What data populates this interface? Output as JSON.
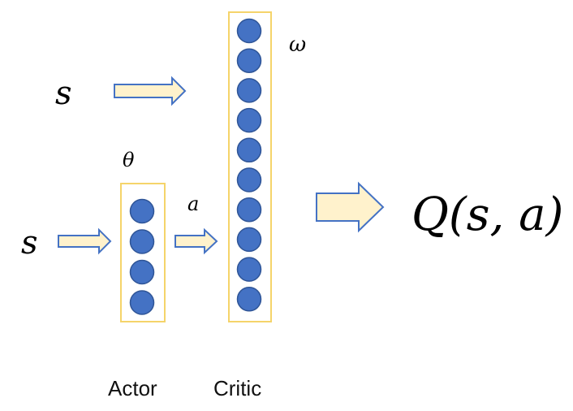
{
  "labels": {
    "state_top": "s",
    "state_bottom": "s",
    "actor_param": "θ",
    "critic_param": "ω",
    "action": "a",
    "output": "Q(s, a)",
    "actor_caption": "Actor",
    "critic_caption": "Critic"
  },
  "networks": {
    "actor_neurons": 4,
    "critic_neurons": 10
  },
  "colors": {
    "neuron_fill": "#4472C4",
    "neuron_stroke": "#2F5597",
    "box_stroke": "#F5D46A",
    "arrow_fill": "#FFF2CC",
    "arrow_stroke": "#4472C4"
  }
}
